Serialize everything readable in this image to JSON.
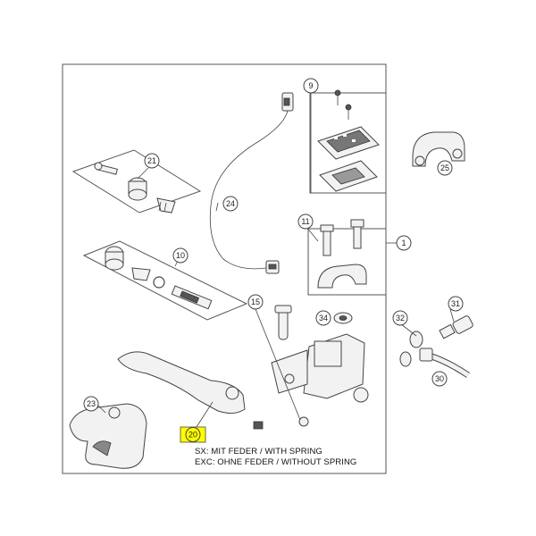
{
  "callouts": {
    "c1": "1",
    "c9": "9",
    "c10": "10",
    "c11": "11",
    "c15": "15",
    "c20": "20",
    "c21": "21",
    "c23": "23",
    "c24": "24",
    "c25": "25",
    "c30": "30",
    "c31": "31",
    "c32": "32",
    "c34": "34"
  },
  "notes": {
    "sx": "SX: MIT FEDER / WITH SPRING",
    "exc": "EXC: OHNE FEDER / WITHOUT SPRING"
  },
  "colors": {
    "highlight": "#ffff00",
    "line": "#444444"
  }
}
